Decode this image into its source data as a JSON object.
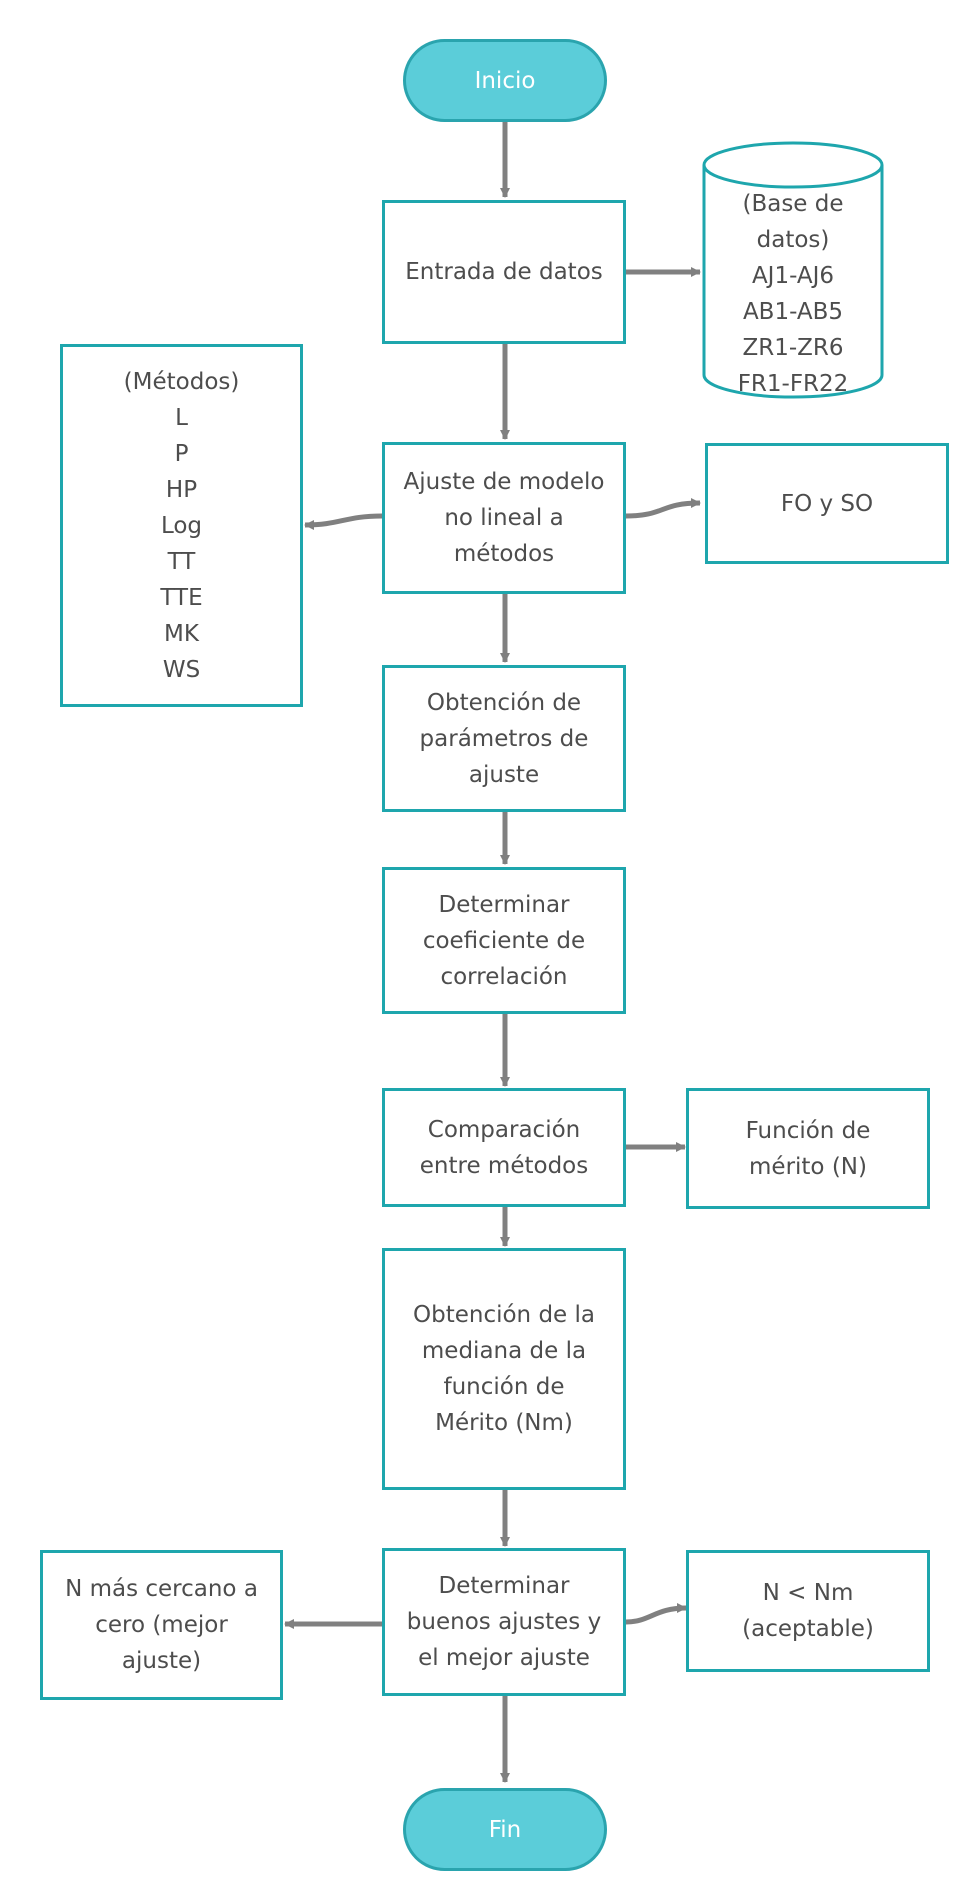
{
  "start": {
    "label": "Inicio"
  },
  "end": {
    "label": "Fin"
  },
  "steps": {
    "data_input": [
      "Entrada de datos"
    ],
    "model_fit": [
      "Ajuste de modelo",
      "no lineal a",
      "métodos"
    ],
    "params": [
      "Obtención de",
      "parámetros de",
      "ajuste"
    ],
    "correlation": [
      "Determinar",
      "coeficiente de",
      "correlación"
    ],
    "compare": [
      "Comparación",
      "entre métodos"
    ],
    "median": [
      "Obtención de la",
      "mediana de la",
      "función de",
      "Mérito (Nm)"
    ],
    "best_fit": [
      "Determinar",
      "buenos ajustes y",
      "el mejor ajuste"
    ]
  },
  "side": {
    "database": [
      "(Base de",
      "datos)",
      "AJ1-AJ6",
      "AB1-AB5",
      "ZR1-ZR6",
      "FR1-FR22"
    ],
    "methods": [
      "(Métodos)",
      "L",
      "P",
      "HP",
      "Log",
      "TT",
      "TTE",
      "MK",
      "WS"
    ],
    "fo_so": [
      "FO y SO"
    ],
    "merit_function": [
      "Función de",
      "mérito (N)"
    ],
    "closest_zero": [
      "N más cercano a",
      "cero (mejor",
      "ajuste)"
    ],
    "acceptable": [
      "N < Nm",
      "(aceptable)"
    ]
  },
  "colors": {
    "box_border": "#1ea6ad",
    "terminal_fill": "#5bcdd9",
    "arrow": "#808080",
    "text": "#4d4d4d"
  }
}
